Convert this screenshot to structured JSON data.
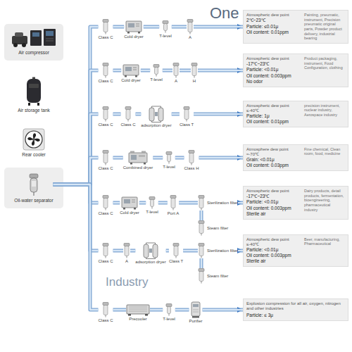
{
  "diagram": {
    "nodes": [
      {
        "text": [
          "Air compressor"
        ]
      },
      {
        "text": [
          "Air storage tank"
        ]
      },
      {
        "text": [
          "Rear cooler"
        ]
      },
      {
        "text": [
          "Oil-water separator"
        ]
      },
      {
        "text": [
          "Class C"
        ]
      },
      {
        "text": [
          "Cold dryer"
        ]
      },
      {
        "text": [
          "T-level"
        ]
      },
      {
        "text": [
          "A"
        ]
      },
      {
        "text": [
          "Atmospheric dew point",
          "Painting, pneumatic, instrument, Precision pneumatic original parts, Powder product delivery, industrial bearing",
          "2℃~23℃",
          "Particle: ≤0.01μ",
          "Oil content: 0.01ppm"
        ]
      },
      {
        "text": [
          "Class C"
        ]
      },
      {
        "text": [
          "Cold dryer"
        ]
      },
      {
        "text": [
          "T-level"
        ]
      },
      {
        "text": [
          "A"
        ]
      },
      {
        "text": [
          "H"
        ]
      },
      {
        "text": [
          "Atmospheric dew point",
          "Product packaging, instrument, Food Configuration, clothing",
          "-17℃~23℃",
          "Particle: <0.01μ",
          "Oil content: 0.003ppm",
          "No odor"
        ]
      },
      {
        "text": [
          "Class C"
        ]
      },
      {
        "text": [
          "Class C"
        ]
      },
      {
        "text": [
          "adsorption dryer"
        ]
      },
      {
        "text": [
          "Class T"
        ]
      },
      {
        "text": [
          "Atmospheric dew point ≤-40℃",
          "precision instrument, nuclear industry, Aerospace industry",
          "Particle: 1μ",
          "Oil content: 0.01ppm"
        ]
      },
      {
        "text": [
          "Class C"
        ]
      },
      {
        "text": [
          "Combined dryer"
        ]
      },
      {
        "text": [
          "T-level"
        ]
      },
      {
        "text": [
          "Class H"
        ]
      },
      {
        "text": [
          "Atmosphere dew point ≈-70℃",
          "Fine chemical, Clean room, food, medicine",
          "Grain: <0.01μ",
          "Oil content: 0.03ppm"
        ]
      },
      {
        "text": [
          "Class C"
        ]
      },
      {
        "text": [
          "Cold dryer"
        ]
      },
      {
        "text": [
          "T-level"
        ]
      },
      {
        "text": [
          "Port A"
        ]
      },
      {
        "text": [
          "Sterilization filter"
        ]
      },
      {
        "text": [
          "Steam filter"
        ]
      },
      {
        "text": [
          "Atmospheric dew point",
          "Dairy products, detail products, fermentation, bioengineering, pharmaceutical industry",
          "-17℃~23℃",
          "Particle: <0.01μ",
          "Oil content: 0.003ppm",
          "Sterile air"
        ]
      },
      {
        "text": [
          "Class C"
        ]
      },
      {
        "text": [
          "A"
        ]
      },
      {
        "text": [
          "adsorption dryer"
        ]
      },
      {
        "text": [
          "Class T"
        ]
      },
      {
        "text": [
          "Sterilization filter"
        ]
      },
      {
        "text": [
          "Steam filter"
        ]
      },
      {
        "text": [
          "Atmospheric dew point ≤-40℃",
          "Beer, manufacturing, Pharmaceutical",
          "Particle: <0.01μ",
          "Oil content: 0.003ppm",
          "Sterile air"
        ]
      },
      {
        "text": [
          "Class C"
        ]
      },
      {
        "text": [
          "Precooler"
        ]
      },
      {
        "text": [
          "T-level"
        ]
      },
      {
        "text": [
          "Purifier"
        ]
      },
      {
        "text": [
          "Explosion compression for all air, oxygen, nitrogen and other industries",
          "Particle: ≤ 3μ"
        ]
      }
    ],
    "edges": [
      {
        "from": 3,
        "to": 4,
        "arrow": "none"
      },
      {
        "from": 3,
        "to": 9,
        "arrow": "none"
      },
      {
        "from": 3,
        "to": 15,
        "arrow": "none"
      },
      {
        "from": 3,
        "to": 20,
        "arrow": "none"
      },
      {
        "from": 3,
        "to": 25,
        "arrow": "none"
      },
      {
        "from": 3,
        "to": 32,
        "arrow": "none"
      },
      {
        "from": 3,
        "to": 39,
        "arrow": "none"
      },
      {
        "from": 4,
        "to": 5,
        "arrow": "none"
      },
      {
        "from": 5,
        "to": 6,
        "arrow": "none"
      },
      {
        "from": 6,
        "to": 7,
        "arrow": "none"
      },
      {
        "from": 7,
        "to": 8,
        "arrow": "to"
      },
      {
        "from": 9,
        "to": 10,
        "arrow": "none"
      },
      {
        "from": 10,
        "to": 11,
        "arrow": "none"
      },
      {
        "from": 11,
        "to": 12,
        "arrow": "none"
      },
      {
        "from": 12,
        "to": 13,
        "arrow": "none"
      },
      {
        "from": 13,
        "to": 14,
        "arrow": "to"
      },
      {
        "from": 15,
        "to": 16,
        "arrow": "none"
      },
      {
        "from": 16,
        "to": 17,
        "arrow": "none"
      },
      {
        "from": 17,
        "to": 18,
        "arrow": "none"
      },
      {
        "from": 18,
        "to": 19,
        "arrow": "to"
      },
      {
        "from": 20,
        "to": 21,
        "arrow": "none"
      },
      {
        "from": 21,
        "to": 22,
        "arrow": "none"
      },
      {
        "from": 22,
        "to": 23,
        "arrow": "none"
      },
      {
        "from": 23,
        "to": 24,
        "arrow": "to"
      },
      {
        "from": 25,
        "to": 26,
        "arrow": "none"
      },
      {
        "from": 26,
        "to": 27,
        "arrow": "none"
      },
      {
        "from": 27,
        "to": 28,
        "arrow": "none"
      },
      {
        "from": 28,
        "to": 29,
        "arrow": "none"
      },
      {
        "from": 29,
        "to": 31,
        "arrow": "to"
      },
      {
        "from": 30,
        "to": 29,
        "arrow": "none"
      },
      {
        "from": 32,
        "to": 33,
        "arrow": "none"
      },
      {
        "from": 33,
        "to": 34,
        "arrow": "none"
      },
      {
        "from": 34,
        "to": 35,
        "arrow": "none"
      },
      {
        "from": 35,
        "to": 36,
        "arrow": "none"
      },
      {
        "from": 36,
        "to": 38,
        "arrow": "to"
      },
      {
        "from": 37,
        "to": 36,
        "arrow": "none"
      },
      {
        "from": 39,
        "to": 40,
        "arrow": "none"
      },
      {
        "from": 40,
        "to": 41,
        "arrow": "none"
      },
      {
        "from": 41,
        "to": 42,
        "arrow": "none"
      },
      {
        "from": 42,
        "to": 43,
        "arrow": "to"
      }
    ],
    "labels": [
      "One",
      "Industry"
    ]
  }
}
